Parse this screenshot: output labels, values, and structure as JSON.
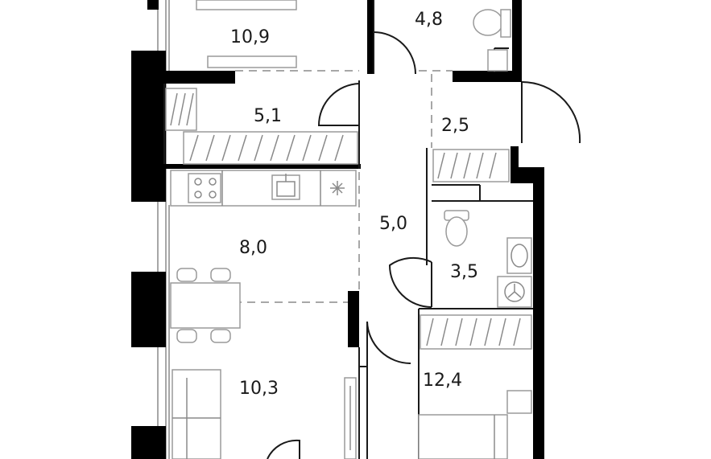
{
  "plan": {
    "rooms": [
      {
        "id": "room-top-left",
        "area": "10,9"
      },
      {
        "id": "room-top-bath",
        "area": "4,8"
      },
      {
        "id": "room-loggia",
        "area": "5,1"
      },
      {
        "id": "room-hall-small",
        "area": "2,5"
      },
      {
        "id": "room-kitchen",
        "area": "8,0"
      },
      {
        "id": "room-corridor",
        "area": "5,0"
      },
      {
        "id": "room-bath",
        "area": "3,5"
      },
      {
        "id": "room-living",
        "area": "10,3"
      },
      {
        "id": "room-bedroom",
        "area": "12,4"
      }
    ]
  }
}
